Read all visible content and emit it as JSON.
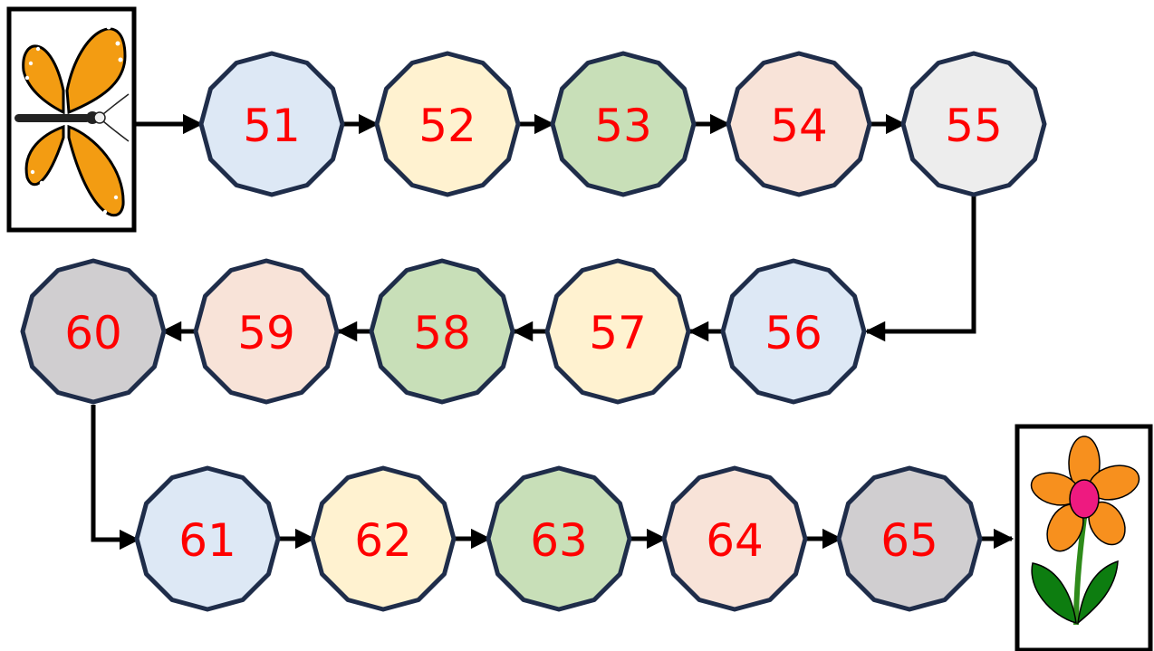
{
  "start_picture": "butterfly",
  "end_picture": "flower",
  "colors": {
    "outline": "#1f2d4a",
    "number_text": "#ff0000",
    "blue": "#dde8f5",
    "yellow": "#fff2d0",
    "green": "#c8dfb8",
    "peach": "#f8e3d8",
    "light_gray": "#ededed",
    "gray": "#d0ced0"
  },
  "steps": [
    {
      "label": "51",
      "fill": "blue"
    },
    {
      "label": "52",
      "fill": "yellow"
    },
    {
      "label": "53",
      "fill": "green"
    },
    {
      "label": "54",
      "fill": "peach"
    },
    {
      "label": "55",
      "fill": "light_gray"
    },
    {
      "label": "56",
      "fill": "blue"
    },
    {
      "label": "57",
      "fill": "yellow"
    },
    {
      "label": "58",
      "fill": "green"
    },
    {
      "label": "59",
      "fill": "peach"
    },
    {
      "label": "60",
      "fill": "gray"
    },
    {
      "label": "61",
      "fill": "blue"
    },
    {
      "label": "62",
      "fill": "yellow"
    },
    {
      "label": "63",
      "fill": "green"
    },
    {
      "label": "64",
      "fill": "peach"
    },
    {
      "label": "65",
      "fill": "gray"
    }
  ]
}
